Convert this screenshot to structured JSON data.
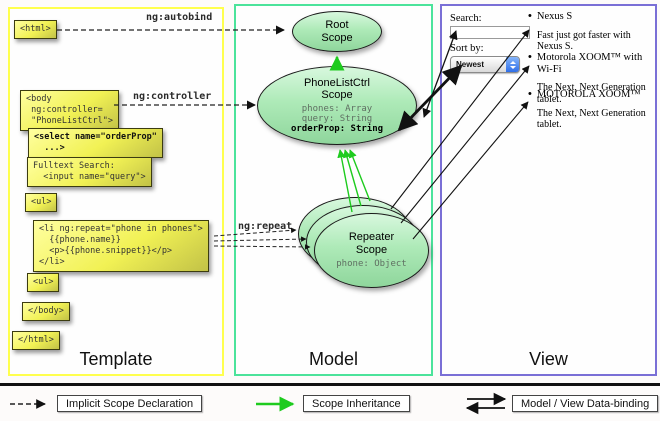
{
  "columns": {
    "template": {
      "label": "Template"
    },
    "model": {
      "label": "Model"
    },
    "view": {
      "label": "View"
    }
  },
  "template_boxes": {
    "html_open": "<html>",
    "body_open": "<body\n ng:controller=\n \"PhoneListCtrl\">",
    "select_box": "<select name=\"orderProp\"\n  ...>",
    "fulltext_box": "Fulltext Search:\n  <input name=\"query\">",
    "ul_open": "<ul>",
    "li_box": "<li ng:repeat=\"phone in phones\">\n  {{phone.name}}\n  <p>{{phone.snippet}}</p>\n</li>",
    "ul_close": "<ul>",
    "body_close": "</body>",
    "html_close": "</html>"
  },
  "edge_labels": {
    "autobind": "ng:autobind",
    "controller": "ng:controller",
    "repeat": "ng:repeat"
  },
  "scopes": {
    "root": {
      "title": "Root\nScope"
    },
    "phonelist": {
      "title": "PhoneListCtrl\nScope",
      "props": [
        "phones: Array",
        "query: String"
      ],
      "bold_prop": "orderProp: String"
    },
    "repeater": {
      "title": "Repeater\nScope",
      "prop": "phone: Object"
    }
  },
  "view": {
    "search_label": "Search:",
    "search_value": "",
    "sort_label": "Sort by:",
    "sort_value": "Newest",
    "items": [
      {
        "title": "Nexus S",
        "desc": "Fast just got faster with Nexus S."
      },
      {
        "title": "Motorola XOOM™  with Wi-Fi",
        "desc": "The Next, Next Generation tablet."
      },
      {
        "title": "MOTOROLA XOOM™",
        "desc": "The Next, Next Generation tablet."
      }
    ]
  },
  "legend": {
    "implicit": "Implicit Scope Declaration",
    "inheritance": "Scope Inheritance",
    "binding": "Model / View Data-binding"
  },
  "colors": {
    "template_border": "#ffff4d",
    "model_border": "#4ce39b",
    "view_border": "#7a6fd6",
    "scope_green_top": "#d8f8de",
    "scope_green_bottom": "#8fd69c",
    "code_box_yellow": "#f1f154",
    "inheritance_arrow_green": "#1ecb1e",
    "arrow_black": "#111111"
  }
}
